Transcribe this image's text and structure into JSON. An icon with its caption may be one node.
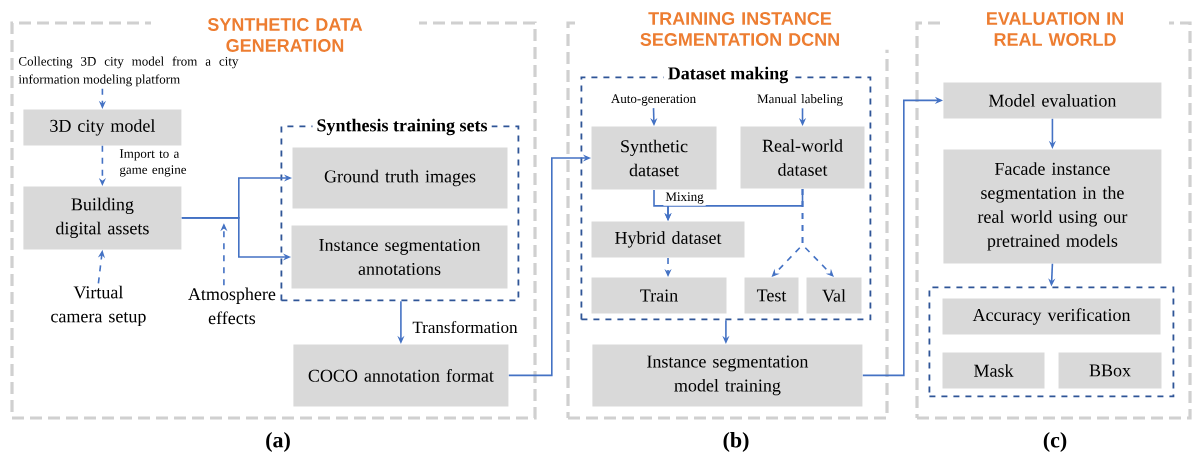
{
  "diagram": {
    "nodes": [
      {
        "text": [
          "SYNTHETIC DATA GENERATION"
        ]
      },
      {
        "text": [
          "Collecting 3D city model from a city information modeling platform"
        ],
        "in": 0
      },
      {
        "text": [
          "3D city model"
        ],
        "in": 0
      },
      {
        "text": [
          "Building digital assets"
        ],
        "in": 0
      },
      {
        "text": [
          "Virtual camera setup"
        ],
        "in": 0
      },
      {
        "text": [
          "Atmosphere effects"
        ],
        "in": 0
      },
      {
        "text": [
          "Synthesis training sets"
        ],
        "in": 0
      },
      {
        "text": [
          "Ground truth images"
        ],
        "in": 6
      },
      {
        "text": [
          "Instance segmentation annotations"
        ],
        "in": 6
      },
      {
        "text": [
          "COCO annotation format"
        ],
        "in": 0
      },
      {
        "text": [
          "TRAINING INSTANCE SEGMENTATION DCNN"
        ]
      },
      {
        "text": [
          "Dataset making"
        ],
        "in": 10
      },
      {
        "text": [
          "Auto-generation"
        ],
        "in": 11
      },
      {
        "text": [
          "Manual labeling"
        ],
        "in": 11
      },
      {
        "text": [
          "Synthetic dataset"
        ],
        "in": 11
      },
      {
        "text": [
          "Real-world dataset"
        ],
        "in": 11
      },
      {
        "text": [
          "Hybrid dataset"
        ],
        "in": 11
      },
      {
        "text": [
          "Train"
        ],
        "in": 11
      },
      {
        "text": [
          "Test"
        ],
        "in": 11
      },
      {
        "text": [
          "Val"
        ],
        "in": 11
      },
      {
        "text": [
          "Instance segmentation model training"
        ],
        "in": 10
      },
      {
        "text": [
          "EVALUATION IN REAL WORLD"
        ]
      },
      {
        "text": [
          "Model evaluation"
        ],
        "in": 21
      },
      {
        "text": [
          "Facade instance segmentation in the real world using our pretrained models"
        ],
        "in": 21
      },
      {
        "text": [],
        "shape": "box",
        "in": 21
      },
      {
        "text": [
          "Accuracy verification"
        ],
        "in": 24
      },
      {
        "text": [
          "Mask"
        ],
        "in": 24
      },
      {
        "text": [
          "BBox"
        ],
        "in": 24
      }
    ],
    "edges": [
      {
        "from": 1,
        "to": 2,
        "arrow": "to",
        "style": "dashed"
      },
      {
        "from": 2,
        "to": 3,
        "arrow": "to",
        "style": "dashed",
        "label": "Import to a game engine"
      },
      {
        "from": 3,
        "to": 7,
        "arrow": "to"
      },
      {
        "from": 3,
        "to": 8,
        "arrow": "to"
      },
      {
        "from": 4,
        "to": 3,
        "arrow": "to",
        "style": "dashed"
      },
      {
        "from": 5,
        "to": null,
        "arrow": "to",
        "style": "dashed"
      },
      {
        "from": 6,
        "to": 9,
        "arrow": "to",
        "label": "Transformation"
      },
      {
        "from": 9,
        "to": 14,
        "arrow": "to"
      },
      {
        "from": 12,
        "to": 14,
        "arrow": "to"
      },
      {
        "from": 13,
        "to": 15,
        "arrow": "to"
      },
      {
        "from": 14,
        "to": 16,
        "arrow": "to",
        "label": "Mixing"
      },
      {
        "from": 15,
        "to": 16,
        "arrow": "to"
      },
      {
        "from": 16,
        "to": 17,
        "arrow": "to",
        "style": "dashed"
      },
      {
        "from": 15,
        "to": 18,
        "arrow": "to",
        "style": "dashed"
      },
      {
        "from": 15,
        "to": 19,
        "arrow": "to",
        "style": "dashed"
      },
      {
        "from": 11,
        "to": 20,
        "arrow": "to"
      },
      {
        "from": 20,
        "to": 22,
        "arrow": "to"
      },
      {
        "from": 22,
        "to": 23,
        "arrow": "to"
      },
      {
        "from": 23,
        "to": 24,
        "arrow": "to"
      }
    ],
    "labels": [
      "(a)",
      "(b)",
      "(c)"
    ]
  }
}
